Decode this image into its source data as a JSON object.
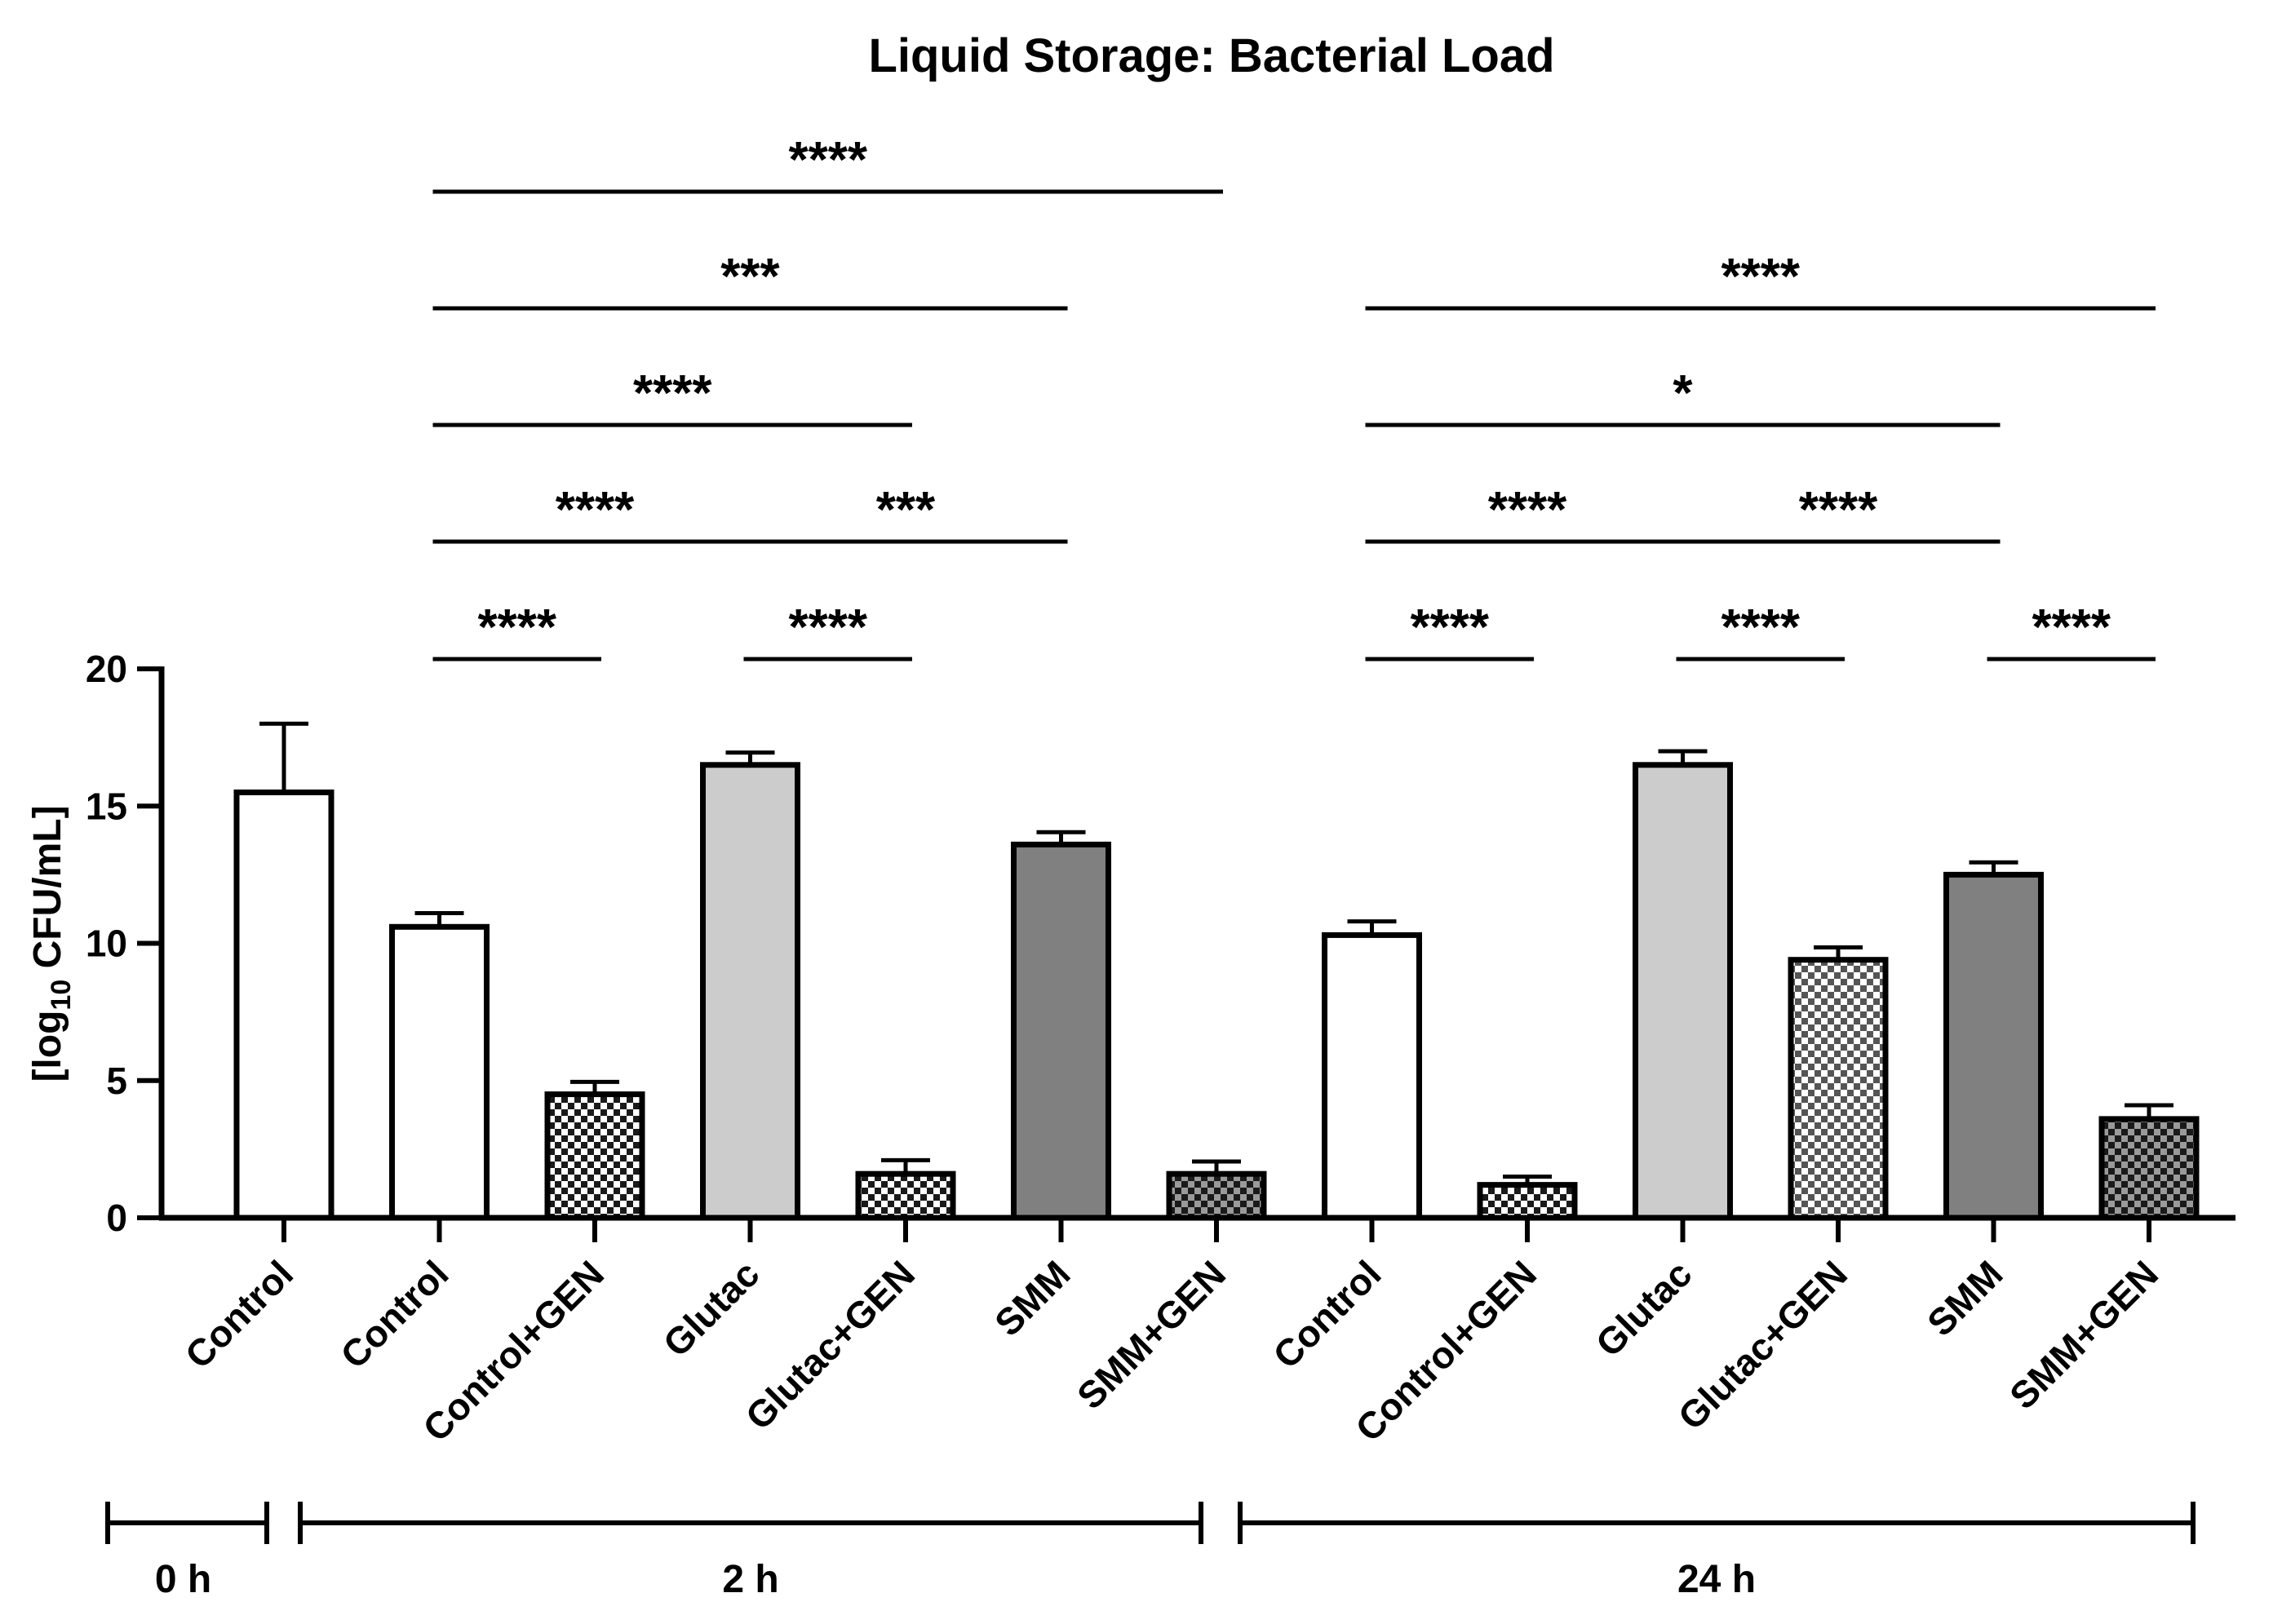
{
  "chart_data": {
    "type": "bar",
    "title": "Liquid Storage: Bacterial Load",
    "ylabel": "[log10 CFU/mL]",
    "ylabel_parts": {
      "pre": "[log",
      "sub": "10",
      "post": " CFU/mL]"
    },
    "ylim": [
      0,
      20
    ],
    "yticks": [
      0,
      5,
      10,
      15,
      20
    ],
    "grid": false,
    "categories": [
      "Control",
      "Control",
      "Control+GEN",
      "Glutac",
      "Glutac+GEN",
      "SMM",
      "SMM+GEN",
      "Control",
      "Control+GEN",
      "Glutac",
      "Glutac+GEN",
      "SMM",
      "SMM+GEN"
    ],
    "values": [
      15.5,
      10.6,
      4.5,
      16.5,
      1.6,
      13.6,
      1.6,
      10.3,
      1.2,
      16.5,
      9.4,
      12.5,
      3.6
    ],
    "errors": [
      2.5,
      0.5,
      0.45,
      0.45,
      0.5,
      0.45,
      0.45,
      0.5,
      0.3,
      0.5,
      0.45,
      0.45,
      0.5
    ],
    "fills": [
      "white",
      "white",
      "check-dark",
      "#cccccc",
      "check-dark",
      "#808080",
      "check-darker",
      "white",
      "check-dark",
      "#cccccc",
      "check-light",
      "#808080",
      "check-darker"
    ],
    "groups": [
      {
        "label": "0 h",
        "start": 0,
        "end": 0
      },
      {
        "label": "2 h",
        "start": 1,
        "end": 6
      },
      {
        "label": "24 h",
        "start": 7,
        "end": 12
      }
    ],
    "significance": [
      {
        "from": 1,
        "to": 6,
        "label": "****",
        "level": 5
      },
      {
        "from": 1,
        "to": 5,
        "label": "***",
        "level": 4
      },
      {
        "from": 1,
        "to": 4,
        "label": "****",
        "level": 3
      },
      {
        "from": 1,
        "to": 3,
        "label": "****",
        "level": 2
      },
      {
        "from": 3,
        "to": 5,
        "label": "***",
        "level": 2
      },
      {
        "from": 1,
        "to": 2,
        "label": "****",
        "level": 1
      },
      {
        "from": 3,
        "to": 4,
        "label": "****",
        "level": 1
      },
      {
        "from": 7,
        "to": 12,
        "label": "****",
        "level": 4
      },
      {
        "from": 7,
        "to": 11,
        "label": "*",
        "level": 3
      },
      {
        "from": 7,
        "to": 9,
        "label": "****",
        "level": 2
      },
      {
        "from": 9,
        "to": 11,
        "label": "****",
        "level": 2
      },
      {
        "from": 7,
        "to": 8,
        "label": "****",
        "level": 1
      },
      {
        "from": 9,
        "to": 10,
        "label": "****",
        "level": 1
      },
      {
        "from": 11,
        "to": 12,
        "label": "****",
        "level": 1
      }
    ]
  }
}
